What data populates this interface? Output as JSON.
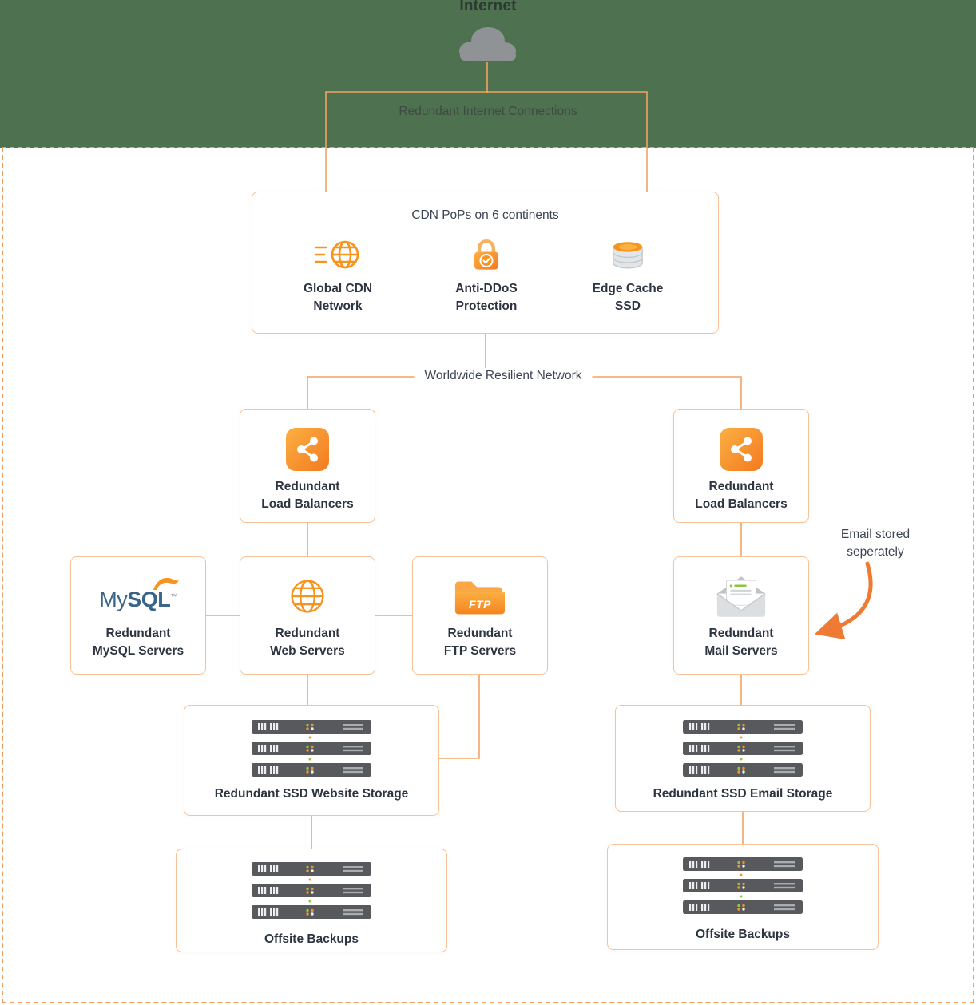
{
  "banner": {
    "title": "Internet",
    "connections_label": "Redundant Internet Connections"
  },
  "cdn": {
    "title": "CDN PoPs on 6 continents",
    "items": [
      {
        "line1": "Global CDN",
        "line2": "Network",
        "icon": "cdn-globe-icon"
      },
      {
        "line1": "Anti-DDoS",
        "line2": "Protection",
        "icon": "lock-check-icon"
      },
      {
        "line1": "Edge Cache",
        "line2": "SSD",
        "icon": "database-stack-icon"
      }
    ]
  },
  "network_label": "Worldwide Resilient Network",
  "left_branch": {
    "load_balancers": {
      "line1": "Redundant",
      "line2": "Load Balancers",
      "icon": "share-network-icon"
    },
    "mysql": {
      "logo_my": "My",
      "logo_sql": "SQL",
      "logo_tm": "™",
      "line1": "Redundant",
      "line2": "MySQL Servers",
      "icon": "mysql-logo"
    },
    "web": {
      "line1": "Redundant",
      "line2": "Web Servers",
      "icon": "globe-icon"
    },
    "ftp": {
      "icon_text": "FTP",
      "line1": "Redundant",
      "line2": "FTP Servers",
      "icon": "folder-icon"
    },
    "storage_label": "Redundant SSD Website Storage",
    "backups_label": "Offsite Backups"
  },
  "right_branch": {
    "load_balancers": {
      "line1": "Redundant",
      "line2": "Load Balancers",
      "icon": "share-network-icon"
    },
    "mail": {
      "line1": "Redundant",
      "line2": "Mail Servers",
      "icon": "envelope-icon"
    },
    "annotation": {
      "line1": "Email stored",
      "line2": "seperately"
    },
    "storage_label": "Redundant SSD Email Storage",
    "backups_label": "Offsite Backups"
  },
  "colors": {
    "banner_green": "#4e7150",
    "accent_orange": "#f7941e",
    "connector_orange": "#f3a361",
    "box_border": "#f5c299",
    "arrow_orange": "#ee7a33",
    "server_gray": "#57595c",
    "cloud_gray": "#8f9396"
  }
}
